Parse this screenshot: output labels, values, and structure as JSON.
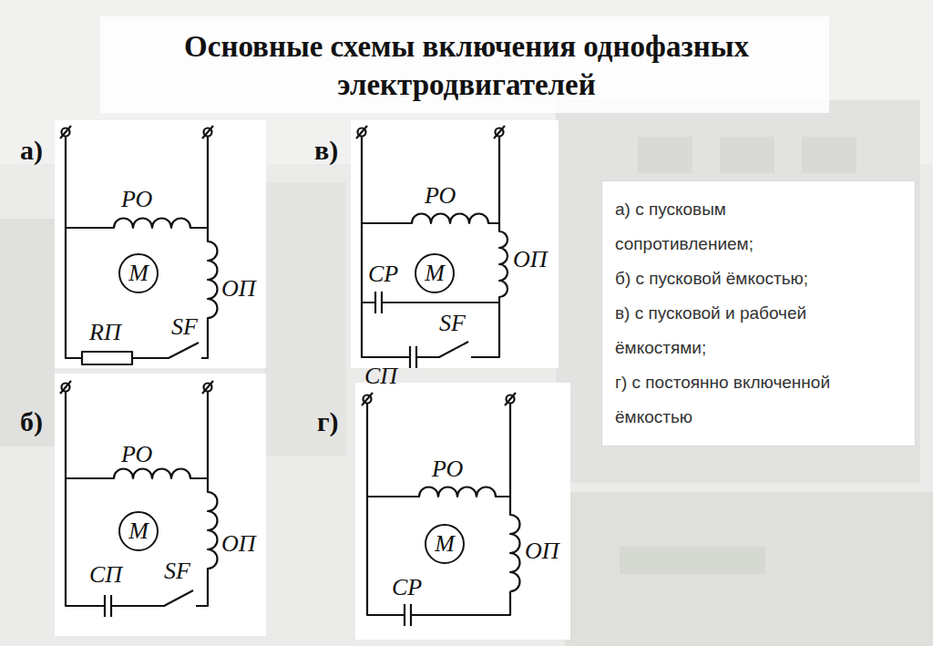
{
  "diagram": {
    "title": "Основные схемы включения однофазных электродвигателей",
    "nodes": [
      {
        "text": [
          "M"
        ]
      },
      {
        "text": [
          "M"
        ]
      },
      {
        "text": [
          "а) с пусковым сопротивлением;",
          "б) с пусковой ёмкостью;",
          "в) с пусковой и рабочей ёмкостями;",
          "г) с постоянно включенной ёмкостью"
        ]
      },
      {
        "text": [
          "M"
        ]
      },
      {
        "text": [
          "M"
        ]
      }
    ],
    "labels": [
      "а)",
      "РО",
      "ОП",
      "RП",
      "SF",
      "в)",
      "РО",
      "CР",
      "ОП",
      "SF",
      "CП",
      "б)",
      "РО",
      "ОП",
      "CП",
      "SF",
      "г)",
      "РО",
      "ОП",
      "CР"
    ]
  }
}
